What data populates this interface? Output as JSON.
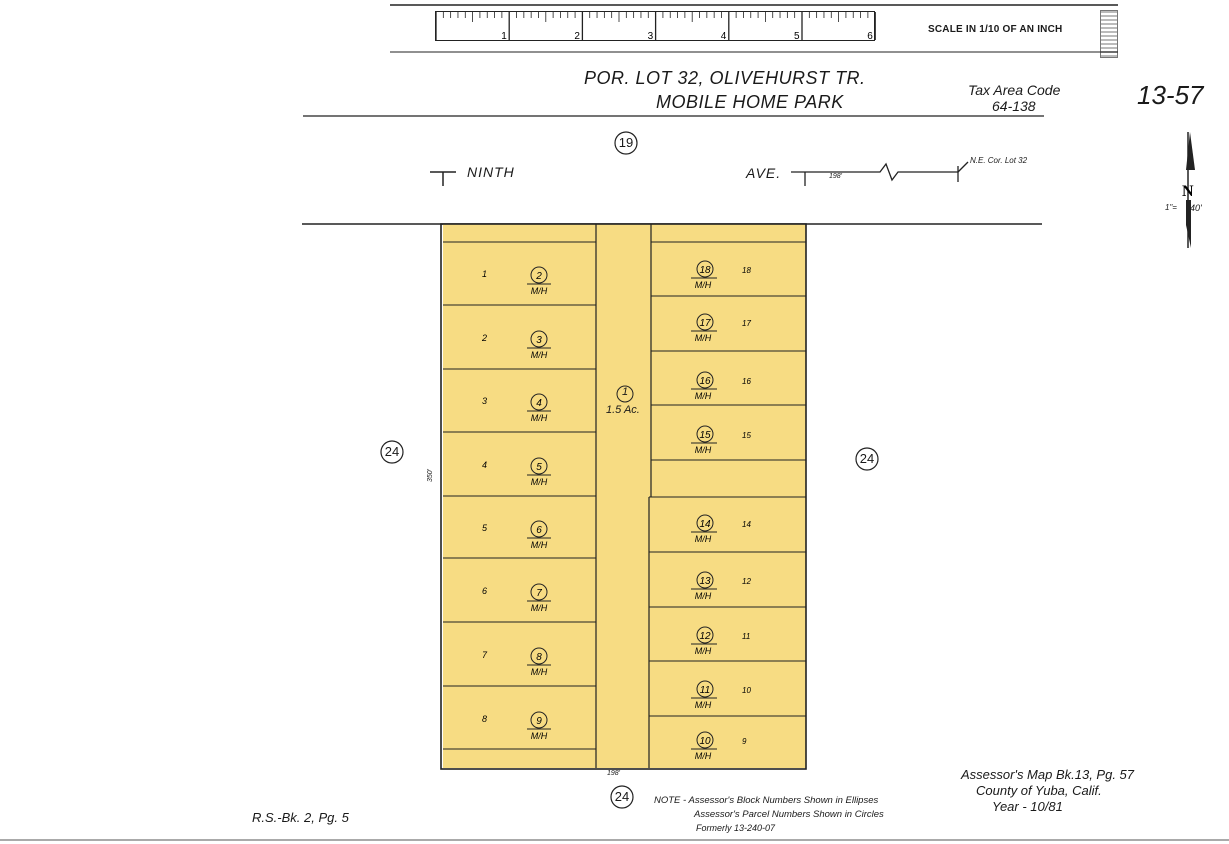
{
  "header": {
    "scale_label": "SCALE IN 1/10 OF AN INCH",
    "ruler_numbers": [
      "1",
      "2",
      "3",
      "4",
      "5",
      "6"
    ],
    "title_line1": "POR. LOT 32, OLIVEHURST TR.",
    "title_line2": "MOBILE HOME PARK",
    "tax_area_label": "Tax Area Code",
    "tax_area_code": "64-138",
    "map_number": "13-57"
  },
  "streets": {
    "ninth": "NINTH",
    "ave": "AVE.",
    "dim_198_top": "198'",
    "ne_corner": "N.E. Cor. Lot 32",
    "block_top": "19"
  },
  "north_arrow": {
    "scale_left": "1\"=",
    "scale_right": "40'"
  },
  "blocks": {
    "left": "24",
    "right": "24",
    "bottom": "24"
  },
  "dims": {
    "left_350": "350'",
    "bottom_198": "198'"
  },
  "center_parcel": {
    "number": "1",
    "area": "1.5 Ac."
  },
  "left_lots": [
    {
      "lot": "1",
      "parcel": "2",
      "type": "M/H"
    },
    {
      "lot": "2",
      "parcel": "3",
      "type": "M/H"
    },
    {
      "lot": "3",
      "parcel": "4",
      "type": "M/H"
    },
    {
      "lot": "4",
      "parcel": "5",
      "type": "M/H"
    },
    {
      "lot": "5",
      "parcel": "6",
      "type": "M/H"
    },
    {
      "lot": "6",
      "parcel": "7",
      "type": "M/H"
    },
    {
      "lot": "7",
      "parcel": "8",
      "type": "M/H"
    },
    {
      "lot": "8",
      "parcel": "9",
      "type": "M/H"
    }
  ],
  "right_lots": [
    {
      "lot": "18",
      "parcel": "18",
      "type": "M/H"
    },
    {
      "lot": "17",
      "parcel": "17",
      "type": "M/H"
    },
    {
      "lot": "16",
      "parcel": "16",
      "type": "M/H"
    },
    {
      "lot": "15",
      "parcel": "15",
      "type": "M/H"
    },
    {
      "lot": "14",
      "parcel": "14",
      "type": "M/H"
    },
    {
      "lot": "12",
      "parcel": "13",
      "type": "M/H"
    },
    {
      "lot": "11",
      "parcel": "12",
      "type": "M/H"
    },
    {
      "lot": "10",
      "parcel": "11",
      "type": "M/H"
    },
    {
      "lot": "9",
      "parcel": "10",
      "type": "M/H"
    }
  ],
  "footer": {
    "rs_ref": "R.S.-Bk. 2, Pg. 5",
    "note_line1": "NOTE - Assessor's Block Numbers Shown in Ellipses",
    "note_line2": "Assessor's Parcel Numbers Shown in Circles",
    "note_line3": "Formerly 13-240-07",
    "assessor_line1": "Assessor's Map Bk.13, Pg. 57",
    "assessor_line2": "County of Yuba, Calif.",
    "assessor_line3": "Year - 10/81"
  },
  "colors": {
    "parcel_fill": "#f7dc83",
    "line": "#222222"
  }
}
